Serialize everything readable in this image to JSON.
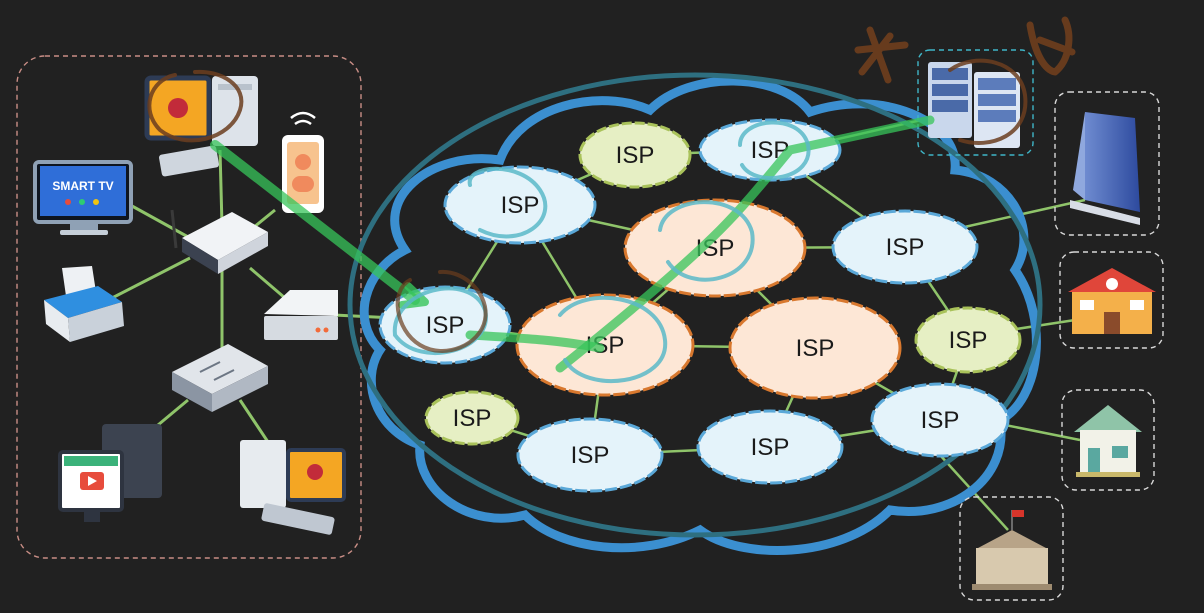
{
  "devices": {
    "smart_tv_label": "SMART TV"
  },
  "isp_nodes": [
    {
      "label": "ISP",
      "kind": "green"
    },
    {
      "label": "ISP",
      "kind": "blue"
    },
    {
      "label": "ISP",
      "kind": "blue"
    },
    {
      "label": "ISP",
      "kind": "orange"
    },
    {
      "label": "ISP",
      "kind": "blue"
    },
    {
      "label": "ISP",
      "kind": "blue"
    },
    {
      "label": "ISP",
      "kind": "orange"
    },
    {
      "label": "ISP",
      "kind": "orange"
    },
    {
      "label": "ISP",
      "kind": "green"
    },
    {
      "label": "ISP",
      "kind": "green"
    },
    {
      "label": "ISP",
      "kind": "blue"
    },
    {
      "label": "ISP",
      "kind": "blue"
    },
    {
      "label": "ISP",
      "kind": "blue"
    }
  ],
  "colors": {
    "background": "#212121",
    "link": "#8fc46a",
    "outer_cloud_stroke": "#3b8fd0",
    "blue_fill": "#e4f3fa",
    "blue_stroke": "#5aa8d8",
    "orange_fill": "#fde7d6",
    "orange_stroke": "#d8782e",
    "green_fill": "#e6efc4",
    "green_stroke": "#a9c25a",
    "annotation_green": "#37c45a",
    "annotation_teal": "#5ab8c8",
    "annotation_brown": "#6b3d1e"
  }
}
